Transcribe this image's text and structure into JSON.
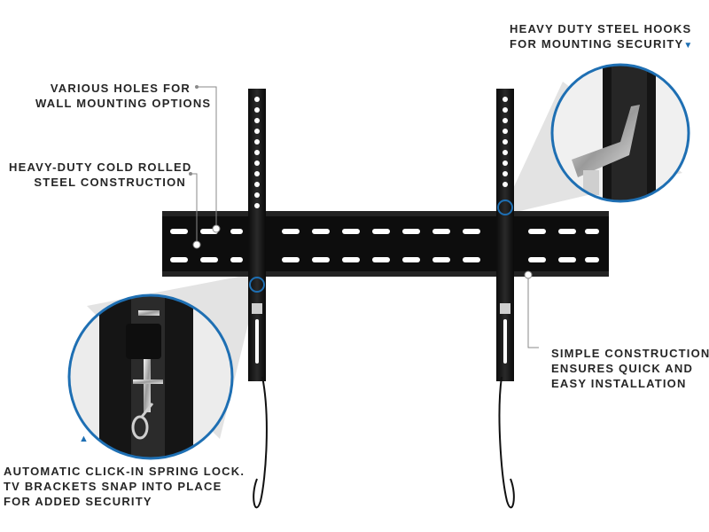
{
  "product": "TV Wall Mount Bracket",
  "accent_color": "#1e6fb3",
  "callouts": {
    "holes": {
      "line1": "VARIOUS HOLES FOR",
      "line2": "WALL MOUNTING OPTIONS"
    },
    "steel": {
      "line1": "HEAVY-DUTY COLD ROLLED",
      "line2": "STEEL CONSTRUCTION"
    },
    "hooks": {
      "line1": "HEAVY DUTY STEEL HOOKS",
      "line2": "FOR MOUNTING SECURITY",
      "marker": "▼"
    },
    "simple": {
      "line1": "SIMPLE CONSTRUCTION",
      "line2": "ENSURES QUICK AND",
      "line3": "EASY INSTALLATION"
    },
    "lock": {
      "marker": "▲",
      "line1": "AUTOMATIC CLICK-IN SPRING LOCK.",
      "line2": "TV BRACKETS SNAP INTO PLACE",
      "line3": "FOR ADDED SECURITY"
    }
  },
  "icons": {
    "zoom_lock": "spring-lock-closeup-icon",
    "zoom_hook": "steel-hook-closeup-icon"
  }
}
